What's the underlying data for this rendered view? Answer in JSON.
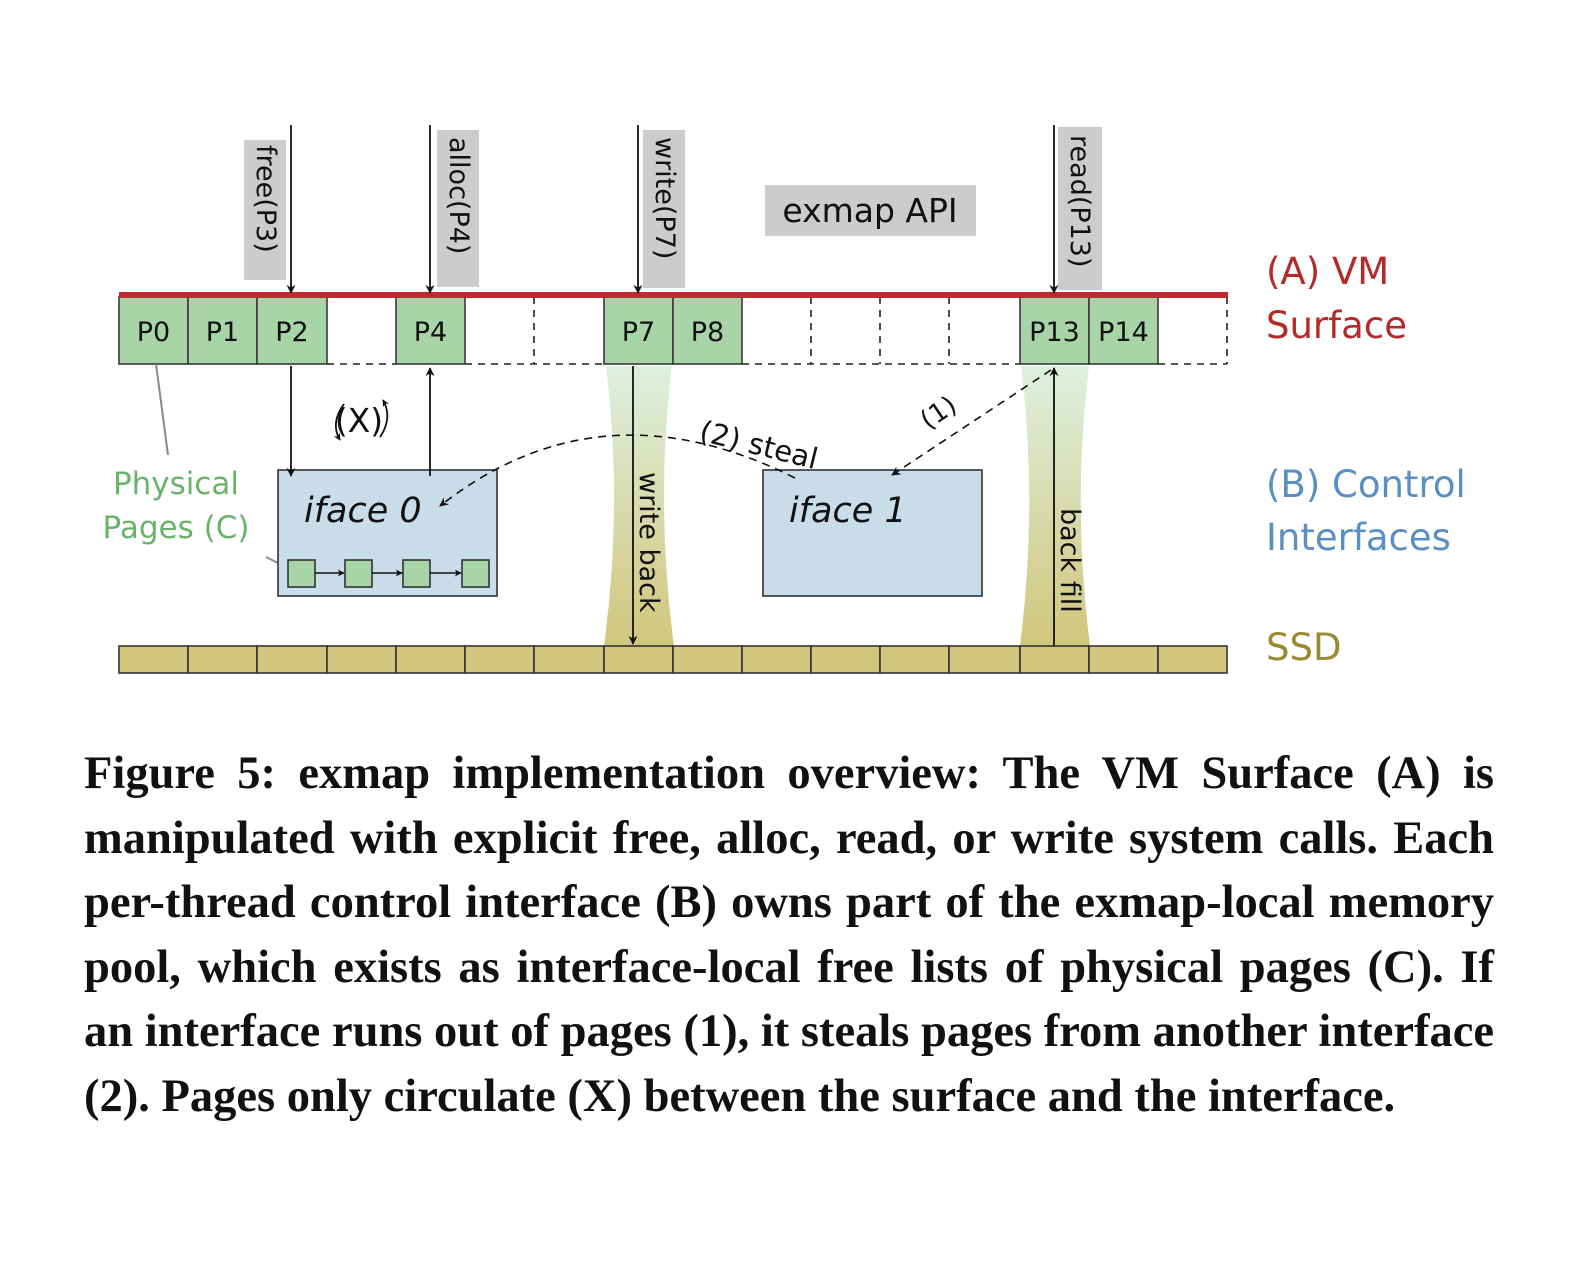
{
  "colors": {
    "vm_line": "#c0292d",
    "page_green": "#a8d5a8",
    "page_stroke": "#3a3a3a",
    "iface_blue": "#c9dcea",
    "ssd_fill": "#d1c67c",
    "label_gray": "#cccccc",
    "vm_label": "#b42a2a",
    "control_label": "#5a8fc4",
    "ssd_label": "#9a8a30",
    "physical_label": "#6ab36a"
  },
  "api_label": "exmap API",
  "api_calls": [
    "free(P3)",
    "alloc(P4)",
    "write(P7)",
    "read(P13)"
  ],
  "pages": [
    "P0",
    "P1",
    "P2",
    "P4",
    "P7",
    "P8",
    "P13",
    "P14"
  ],
  "layer_labels": {
    "vm": [
      "(A) VM",
      "Surface"
    ],
    "control": [
      "(B) Control",
      "Interfaces"
    ],
    "ssd": "SSD",
    "physical": [
      "Physical",
      "Pages (C)"
    ]
  },
  "interfaces": [
    "iface 0",
    "iface 1"
  ],
  "flow_labels": {
    "circulate": "(X)",
    "steal": "(2) steal",
    "runs_out": "(1)",
    "write_back": "write back",
    "back_fill": "back fill"
  },
  "caption": "Figure 5: exmap implementation overview: The VM Surface (A) is manipulated with explicit free, alloc, read, or write system calls. Each per-thread control interface (B) owns part of the exmap-local memory pool, which exists as interface-local free lists of physical pages (C). If an interface runs out of pages (1), it steals pages from another interface (2). Pages only circulate (X) between the surface and the interface."
}
